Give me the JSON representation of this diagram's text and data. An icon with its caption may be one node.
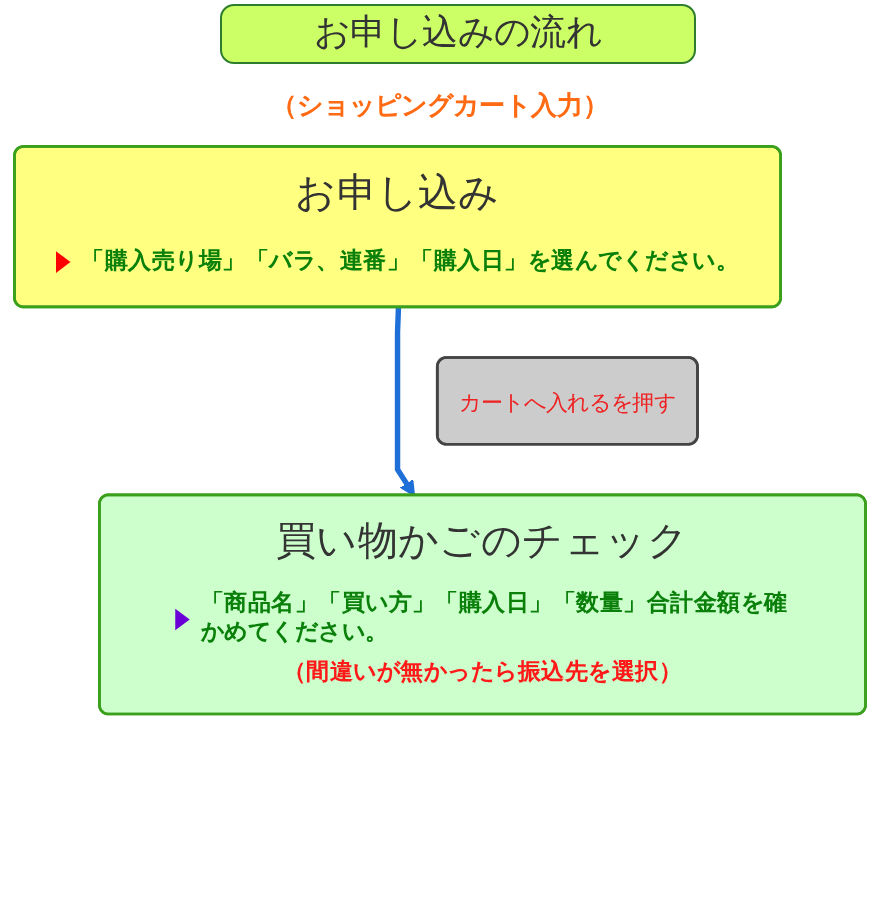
{
  "diagram": {
    "title": "お申し込みの流れ",
    "nodes": [
      {
        "text": [
          "お申し込み",
          "「購入売り場」「バラ、連番」「購入日」を選んでください。"
        ],
        "beside": [
          "（ショッピングカート入力）"
        ]
      },
      {
        "text": [
          "カートへ入れるを押す"
        ]
      },
      {
        "text": [
          "買い物かごのチェック",
          "「商品名」「買い方」「購入日」「数量」合計金額を確かめてください。",
          "（間違いが無かったら振込先を選択）"
        ]
      }
    ],
    "edges": [
      {
        "from": 0,
        "to": 2,
        "arrow": "to",
        "color": "#1f6fd9"
      }
    ]
  }
}
